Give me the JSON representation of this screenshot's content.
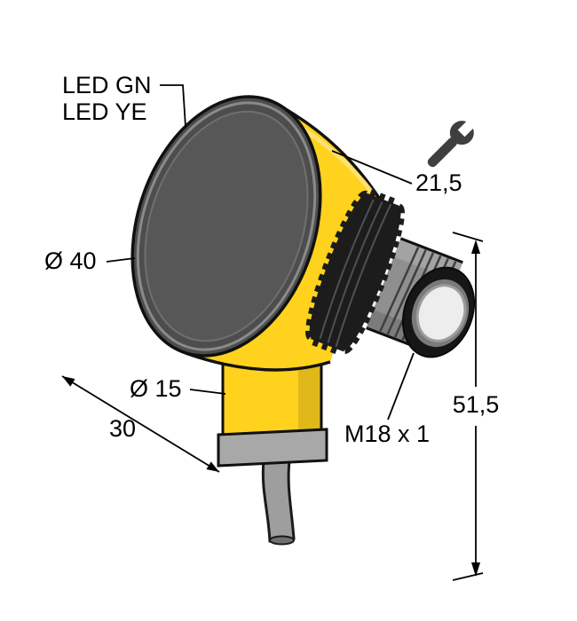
{
  "drawing": {
    "labels": {
      "led_gn": "LED GN",
      "led_ye": "LED YE",
      "dia_head": "Ø 40",
      "dia_stem": "Ø 15",
      "depth": "30",
      "wrench_size": "21,5",
      "overall_length": "51,5",
      "thread": "M18 x 1"
    },
    "icons": {
      "wrench": "wrench-icon"
    },
    "colors": {
      "body_yellow": "#FFD21E",
      "bezel_gray": "#4D4D4D",
      "bezel_inner_gray": "#575757",
      "knurl_black": "#1C1C1C",
      "metal_gray": "#8F8F8F",
      "lens_ring_black": "#161616",
      "lens_white": "#EDEDED",
      "collar_gray": "#A8A8A8",
      "cable_gray": "#9E9E9E"
    }
  }
}
